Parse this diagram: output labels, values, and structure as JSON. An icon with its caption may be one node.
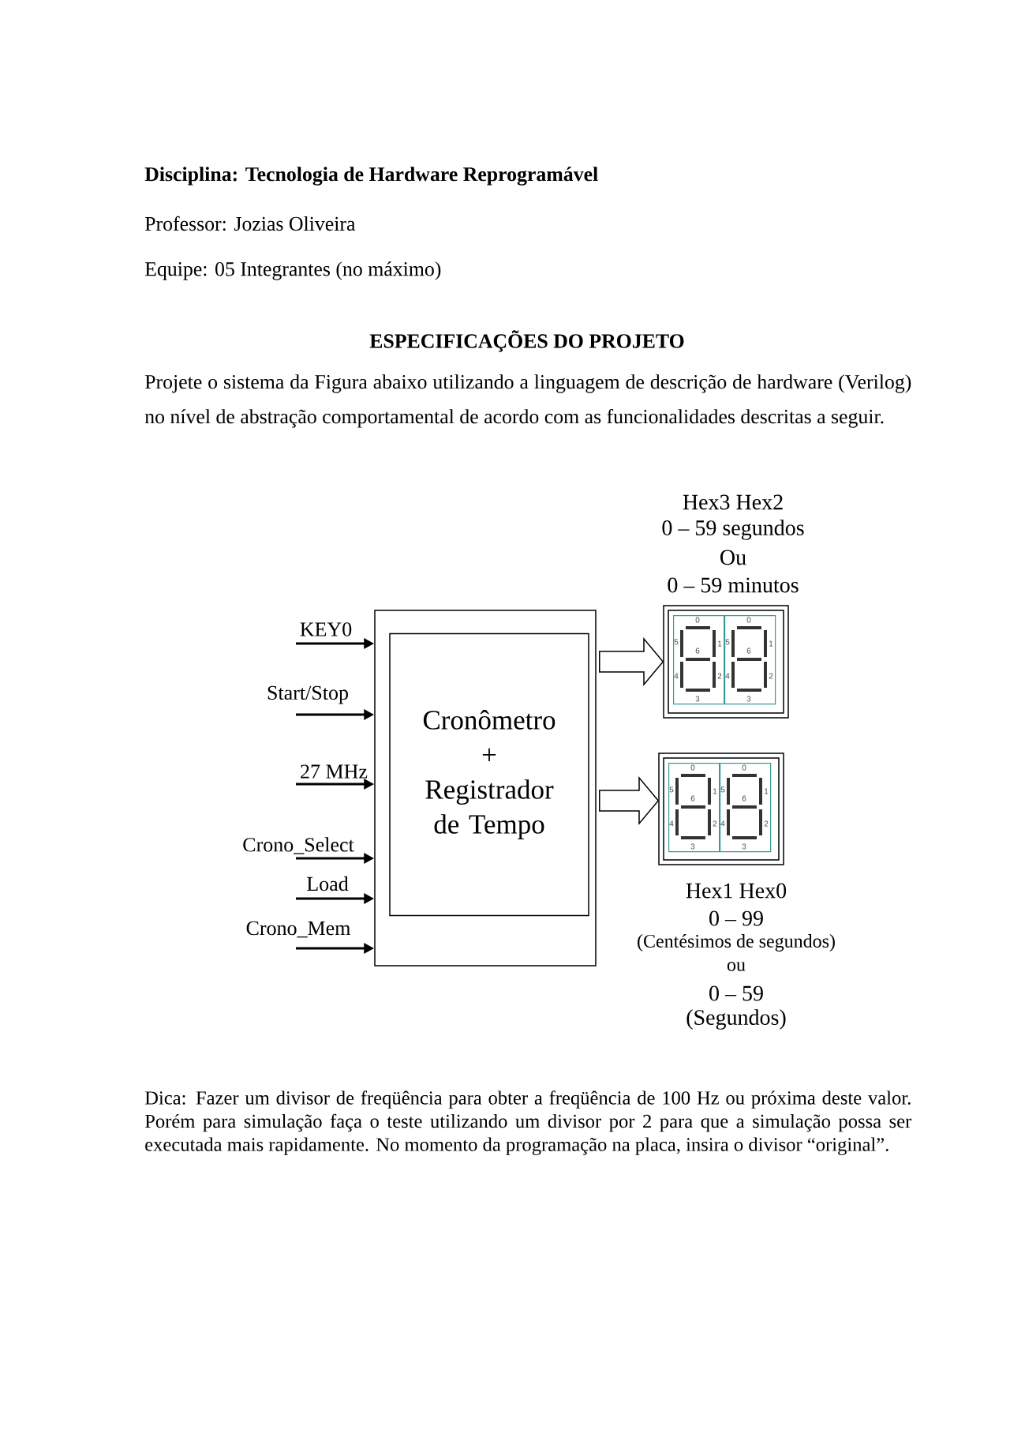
{
  "diagram": {
    "nodes": [
      {
        "text": [],
        "shape": "box"
      },
      {
        "text": [
          "Cronômetro + Registrador de Tempo"
        ],
        "in": 0
      },
      {
        "text": [],
        "shape": "box",
        "beside": [
          "Hex3 Hex2",
          "0 – 59 segundos",
          "Ou",
          "0 – 59 minutos"
        ]
      },
      {
        "text": [
          "0",
          "5",
          "1",
          "6",
          "4",
          "2",
          "3"
        ],
        "in": 2
      },
      {
        "text": [
          "0",
          "5",
          "1",
          "6",
          "4",
          "2",
          "3"
        ],
        "in": 2
      },
      {
        "text": [],
        "shape": "box",
        "beside": [
          "Hex1 Hex0",
          "0 – 99",
          "(Centésimos de segundos)",
          "ou",
          "0 – 59",
          "(Segundos)"
        ]
      },
      {
        "text": [
          "0",
          "5",
          "1",
          "6",
          "4",
          "2",
          "3"
        ],
        "in": 5
      },
      {
        "text": [
          "0",
          "5",
          "1",
          "6",
          "4",
          "2",
          "3"
        ],
        "in": 5
      }
    ],
    "edges": [
      {
        "from": null,
        "to": 0,
        "arrow": "to",
        "label": "KEY0"
      },
      {
        "from": null,
        "to": 0,
        "arrow": "to",
        "label": "Start/Stop"
      },
      {
        "from": null,
        "to": 0,
        "arrow": "to",
        "label": "27 MHz"
      },
      {
        "from": null,
        "to": 0,
        "arrow": "to",
        "label": "Crono_Select"
      },
      {
        "from": null,
        "to": 0,
        "arrow": "to",
        "label": "Load"
      },
      {
        "from": null,
        "to": 0,
        "arrow": "to",
        "label": "Crono_Mem"
      },
      {
        "from": 0,
        "to": 2,
        "arrow": "to"
      },
      {
        "from": 0,
        "to": 5,
        "arrow": "to"
      }
    ],
    "labels": [
      "Disciplina: Tecnologia de Hardware Reprogramável",
      "Professor: Jozias Oliveira",
      "Equipe: 05 Integrantes (no máximo)",
      "ESPECIFICAÇÕES DO PROJETO",
      "Projete o sistema da Figura abaixo utilizando a linguagem de descrição de hardware (Verilog) no nível de abstração comportamental de acordo com as funcionalidades descritas a seguir.",
      "Dica: Fazer um divisor de freqüência para obter a freqüência de 100 Hz ou próxima deste valor. Porém para simulação faça o teste utilizando um divisor por 2 para que a simulação possa ser executada mais rapidamente. No momento da programação na placa, insira o divisor “original”."
    ]
  }
}
